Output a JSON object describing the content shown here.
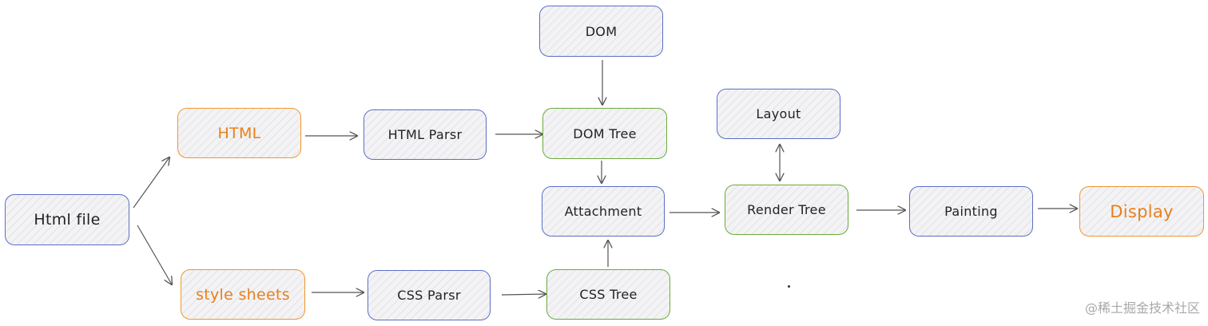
{
  "nodes": {
    "html_file": "Html file",
    "html": "HTML",
    "style_sheets": "style sheets",
    "html_parser": "HTML Parsr",
    "css_parser": "CSS Parsr",
    "dom": "DOM",
    "dom_tree": "DOM Tree",
    "attachment": "Attachment",
    "css_tree": "CSS Tree",
    "layout": "Layout",
    "render_tree": "Render Tree",
    "painting": "Painting",
    "display": "Display"
  },
  "colors": {
    "blue_border": "#5b6fc7",
    "green_border": "#6aab3a",
    "orange_border": "#f0962c",
    "orange_text": "#e8801c",
    "arrow": "#555555"
  },
  "watermark": "@稀土掘金技术社区"
}
